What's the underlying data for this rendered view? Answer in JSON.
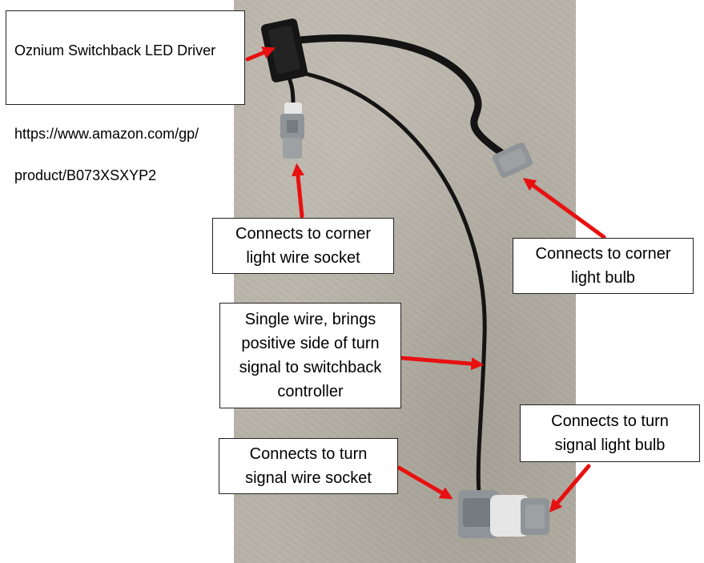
{
  "product_box": {
    "title": "Oznium Switchback LED Driver",
    "url_line1": "https://www.amazon.com/gp/",
    "url_line2": "product/B073XSXYP2"
  },
  "callouts": {
    "corner_socket": "Connects to corner\nlight wire socket",
    "corner_bulb": "Connects to corner\nlight bulb",
    "single_wire": "Single wire, brings\npositive side of turn\nsignal to switchback\ncontroller",
    "turn_socket": "Connects to turn\nsignal wire socket",
    "turn_bulb": "Connects to turn\nsignal light bulb"
  },
  "colors": {
    "arrow": "#e81010",
    "concrete": "#b8b3a8",
    "wire": "#141414",
    "connector": "#8f9498",
    "tape": "#e6e6e6"
  }
}
